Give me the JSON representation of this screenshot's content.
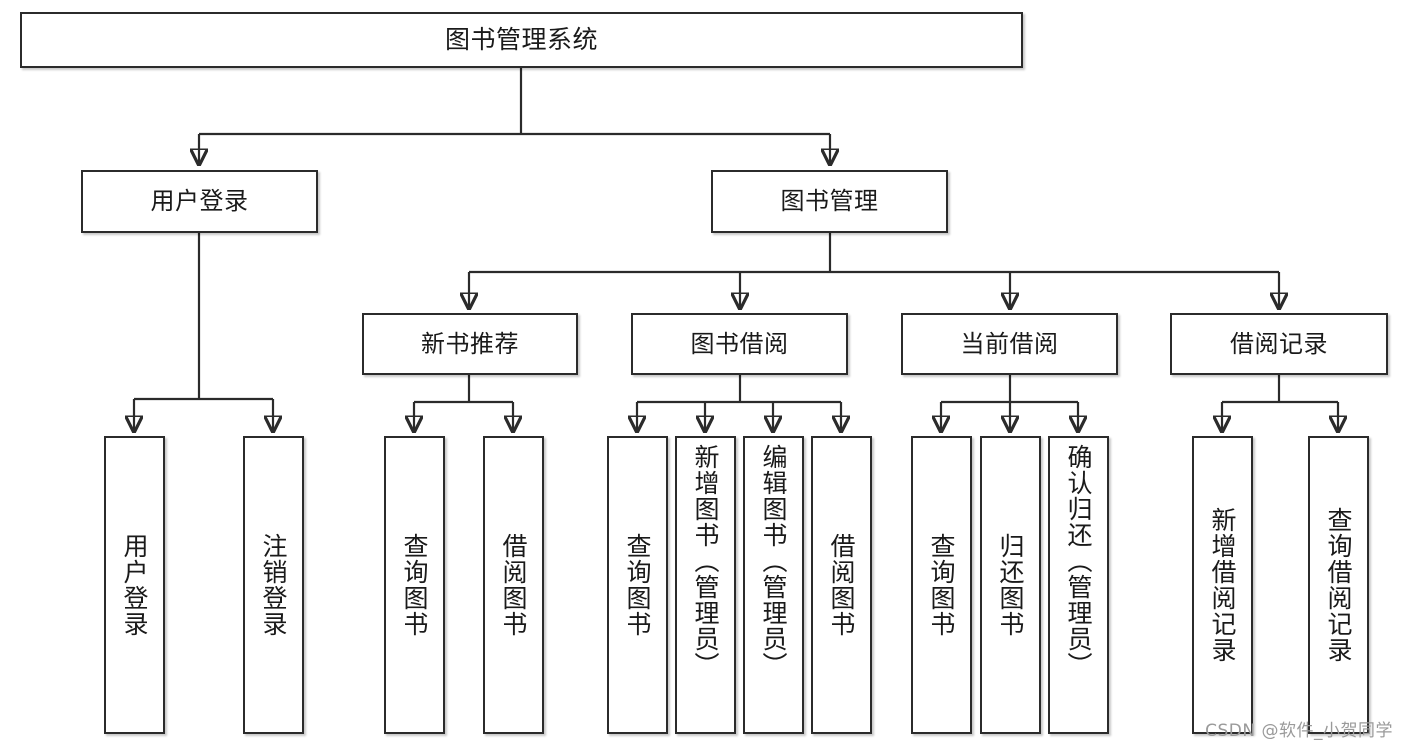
{
  "diagram": {
    "type": "tree-hierarchy",
    "title": "图书管理系统",
    "watermark": "CSDN @软件_小贺同学",
    "colors": {
      "background": "#ffffff",
      "box_border": "#2b2b2b",
      "box_fill": "#ffffff",
      "text": "#1a1a1a",
      "connector": "#2b2b2b",
      "watermark": "#9a9a9a"
    },
    "levels": {
      "root": {
        "label": "图书管理系统"
      },
      "level2": [
        {
          "label": "用户登录"
        },
        {
          "label": "图书管理"
        }
      ],
      "level3": [
        {
          "label": "新书推荐"
        },
        {
          "label": "图书借阅"
        },
        {
          "label": "当前借阅"
        },
        {
          "label": "借阅记录"
        }
      ],
      "leaves": [
        {
          "label": "用户登录",
          "parent": "用户登录"
        },
        {
          "label": "注销登录",
          "parent": "用户登录"
        },
        {
          "label": "查询图书",
          "parent": "新书推荐"
        },
        {
          "label": "借阅图书",
          "parent": "新书推荐"
        },
        {
          "label": "查询图书",
          "parent": "图书借阅"
        },
        {
          "label": "新增图书（管理员）",
          "parent": "图书借阅"
        },
        {
          "label": "编辑图书（管理员）",
          "parent": "图书借阅"
        },
        {
          "label": "借阅图书",
          "parent": "图书借阅"
        },
        {
          "label": "查询图书",
          "parent": "当前借阅"
        },
        {
          "label": "归还图书",
          "parent": "当前借阅"
        },
        {
          "label": "确认归还（管理员）",
          "parent": "当前借阅"
        },
        {
          "label": "新增借阅记录",
          "parent": "借阅记录"
        },
        {
          "label": "查询借阅记录",
          "parent": "借阅记录"
        }
      ]
    }
  }
}
